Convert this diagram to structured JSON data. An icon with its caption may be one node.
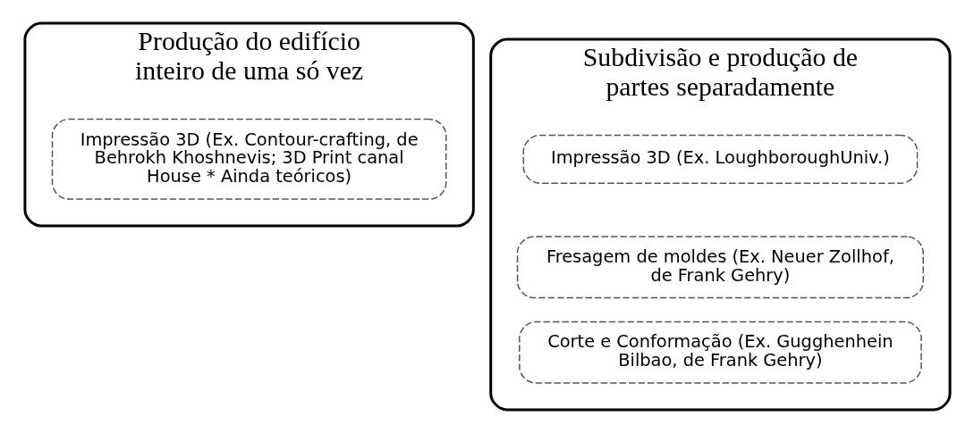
{
  "diagram": {
    "nodes": [
      {
        "text": [
          "Produção do edifício inteiro de uma só vez"
        ]
      },
      {
        "text": [
          "Impressão 3D (Ex. Contour-crafting, de Behrokh Khoshnevis; 3D Print canal House * Ainda teóricos)"
        ],
        "in": 0
      },
      {
        "text": [
          "Subdivisão e produção de partes separadamente"
        ]
      },
      {
        "text": [
          "Impressão 3D (Ex. LoughboroughUniv.)"
        ],
        "in": 2
      },
      {
        "text": [
          "Fresagem de moldes (Ex. Neuer Zollhof, de Frank Gehry)"
        ],
        "in": 2
      },
      {
        "text": [
          "Corte e Conformação (Ex. Gugghenhein Bilbao, de Frank Gehry)"
        ],
        "in": 2
      }
    ]
  }
}
